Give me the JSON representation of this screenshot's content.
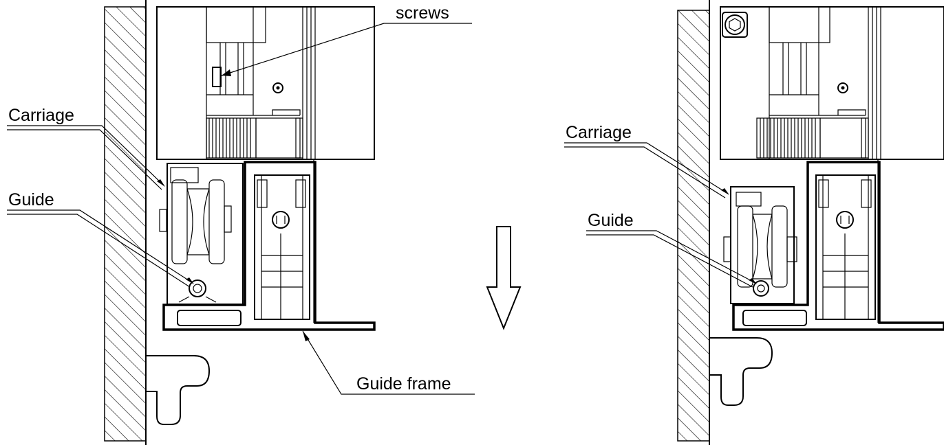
{
  "labels": {
    "screws": "screws",
    "carriage_left": "Carriage",
    "guide_left": "Guide",
    "guide_frame": "Guide frame",
    "carriage_right": "Carriage",
    "guide_right": "Guide"
  },
  "colors": {
    "ink": "#000000",
    "background": "#ffffff"
  },
  "icons": {
    "direction_arrow": "arrow-down-icon"
  }
}
